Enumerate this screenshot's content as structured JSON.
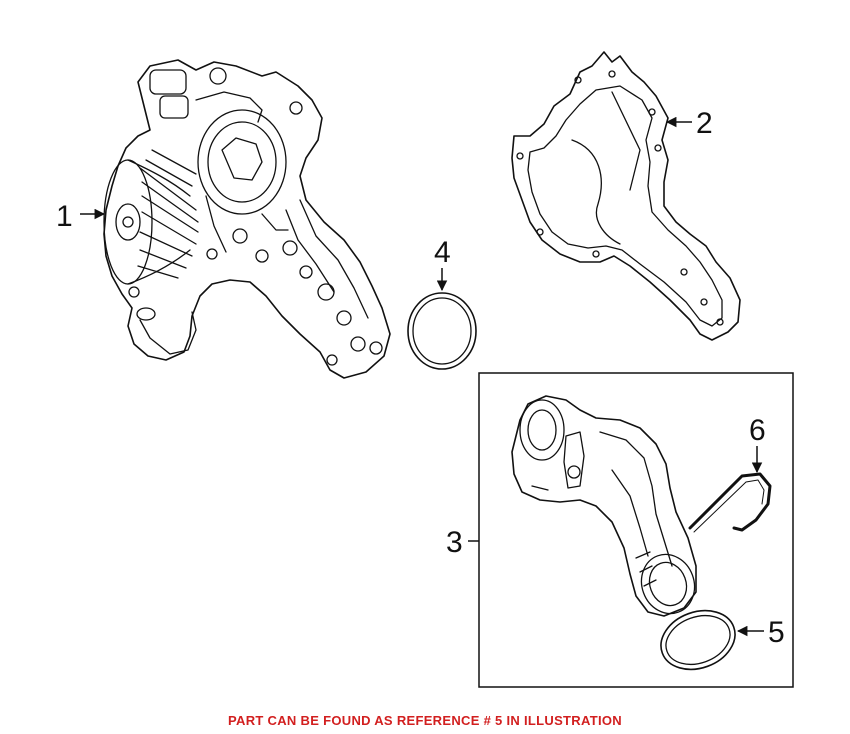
{
  "callouts": [
    {
      "id": "1",
      "label": "1"
    },
    {
      "id": "2",
      "label": "2"
    },
    {
      "id": "3",
      "label": "3"
    },
    {
      "id": "4",
      "label": "4"
    },
    {
      "id": "5",
      "label": "5"
    },
    {
      "id": "6",
      "label": "6"
    }
  ],
  "caption": {
    "text": "PART CAN BE FOUND AS REFERENCE # 5 IN ILLUSTRATION",
    "color": "#d21f1f"
  },
  "colors": {
    "line": "#111111",
    "background": "#ffffff"
  }
}
